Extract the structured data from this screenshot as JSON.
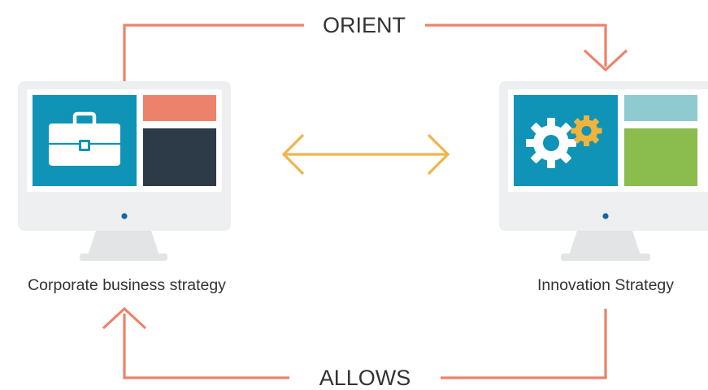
{
  "labels": {
    "top_flow": "ORIENT",
    "bottom_flow": "ALLOWS"
  },
  "left_monitor": {
    "caption": "Corporate business strategy",
    "icon": "briefcase-icon"
  },
  "right_monitor": {
    "caption": "Innovation Strategy",
    "icon": "gears-icon"
  },
  "colors": {
    "arrow_coral": "#ec826b",
    "arrow_bidirectional": "#f0b54a",
    "monitor_frame": "#eeeff0",
    "monitor_stand": "#e3e4e6",
    "tile_blue": "#0f93b7",
    "tile_coral": "#ec826b",
    "tile_dark": "#2d3b49",
    "tile_light_teal": "#8ecad0",
    "tile_green": "#8bbc4e",
    "gear_yellow": "#f0b43c",
    "power_dot": "#1467a8"
  }
}
